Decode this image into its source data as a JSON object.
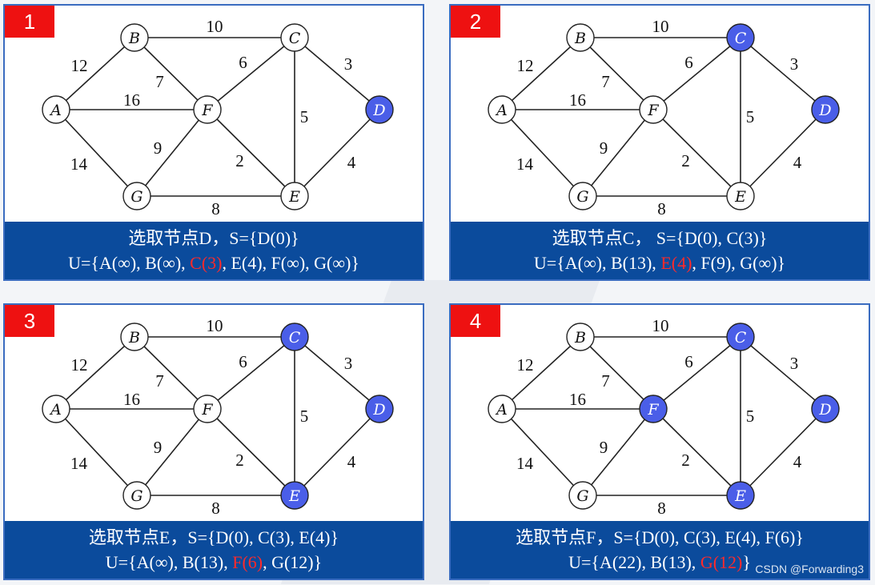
{
  "colors": {
    "visited": "#4a5ee8",
    "unvisited": "#ffffff",
    "highlight": "#ff2a2a"
  },
  "edges": [
    {
      "from": "B",
      "to": "C",
      "w": "10"
    },
    {
      "from": "A",
      "to": "B",
      "w": "12"
    },
    {
      "from": "B",
      "to": "F",
      "w": "7"
    },
    {
      "from": "C",
      "to": "F",
      "w": "6"
    },
    {
      "from": "C",
      "to": "D",
      "w": "3"
    },
    {
      "from": "A",
      "to": "F",
      "w": "16"
    },
    {
      "from": "C",
      "to": "E",
      "w": "5"
    },
    {
      "from": "A",
      "to": "G",
      "w": "14"
    },
    {
      "from": "G",
      "to": "F",
      "w": "9"
    },
    {
      "from": "F",
      "to": "E",
      "w": "2"
    },
    {
      "from": "D",
      "to": "E",
      "w": "4"
    },
    {
      "from": "G",
      "to": "E",
      "w": "8"
    }
  ],
  "panels": [
    {
      "step": "1",
      "visited": [
        "D"
      ],
      "caption_line1": "选取节点D，S={D(0)}",
      "caption_line2": [
        {
          "text": "U={A(∞), B(∞), ",
          "red": false
        },
        {
          "text": "C(3)",
          "red": true
        },
        {
          "text": ", E(4), F(∞), G(∞)}",
          "red": false
        }
      ]
    },
    {
      "step": "2",
      "visited": [
        "D",
        "C"
      ],
      "caption_line1": "选取节点C， S={D(0), C(3)}",
      "caption_line2": [
        {
          "text": "U={A(∞), B(13), ",
          "red": false
        },
        {
          "text": "E(4)",
          "red": true
        },
        {
          "text": ", F(9), G(∞)}",
          "red": false
        }
      ]
    },
    {
      "step": "3",
      "visited": [
        "D",
        "C",
        "E"
      ],
      "caption_line1": "选取节点E，S={D(0), C(3), E(4)}",
      "caption_line2": [
        {
          "text": "U={A(∞), B(13),  ",
          "red": false
        },
        {
          "text": "F(6)",
          "red": true
        },
        {
          "text": ", G(12)}",
          "red": false
        }
      ]
    },
    {
      "step": "4",
      "visited": [
        "D",
        "C",
        "E",
        "F"
      ],
      "caption_line1": "选取节点F，S={D(0), C(3), E(4), F(6)}",
      "caption_line2": [
        {
          "text": "U={A(22), B(13), ",
          "red": false
        },
        {
          "text": "G(12)",
          "red": true
        },
        {
          "text": "}",
          "red": false
        }
      ]
    }
  ],
  "watermark": "CSDN @Forwarding3"
}
